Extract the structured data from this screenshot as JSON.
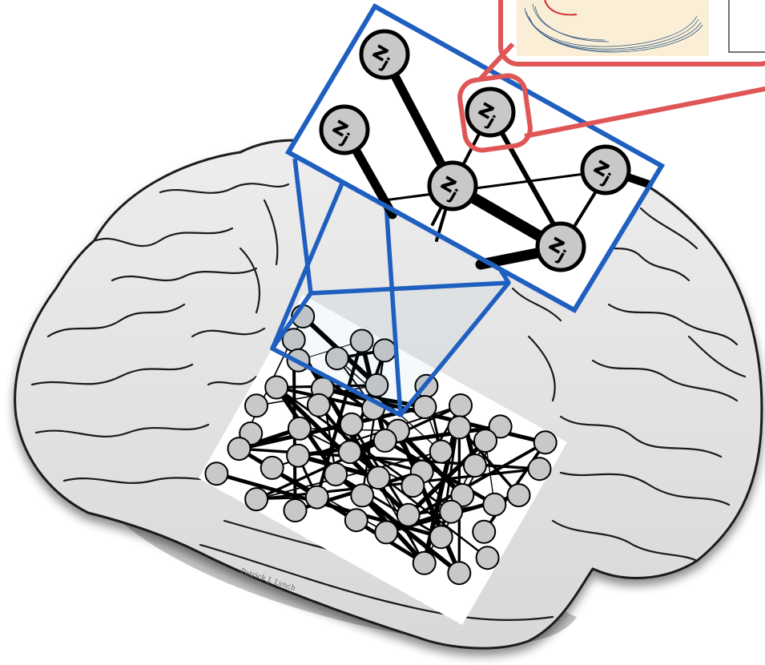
{
  "colors": {
    "zoom_frame": "#1f5fbf",
    "highlight": "#e05555",
    "node_fill": "#c8c8c8",
    "brain_fill": "#e7e7e7",
    "brain_stroke": "#1a1a1a",
    "inset_bg": "#fbeed6",
    "inset_line": "#2f5a86"
  },
  "zoom_panel": {
    "nodes": [
      {
        "label": "z",
        "sub": "j"
      },
      {
        "label": "z",
        "sub": "j"
      },
      {
        "label": "z",
        "sub": "j"
      },
      {
        "label": "z",
        "sub": "j"
      },
      {
        "label": "z",
        "sub": "j"
      },
      {
        "label": "z",
        "sub": "j"
      }
    ]
  },
  "network_panel": {
    "node_count": 52
  },
  "brain_signature_text": "Patrick J. Lynch"
}
